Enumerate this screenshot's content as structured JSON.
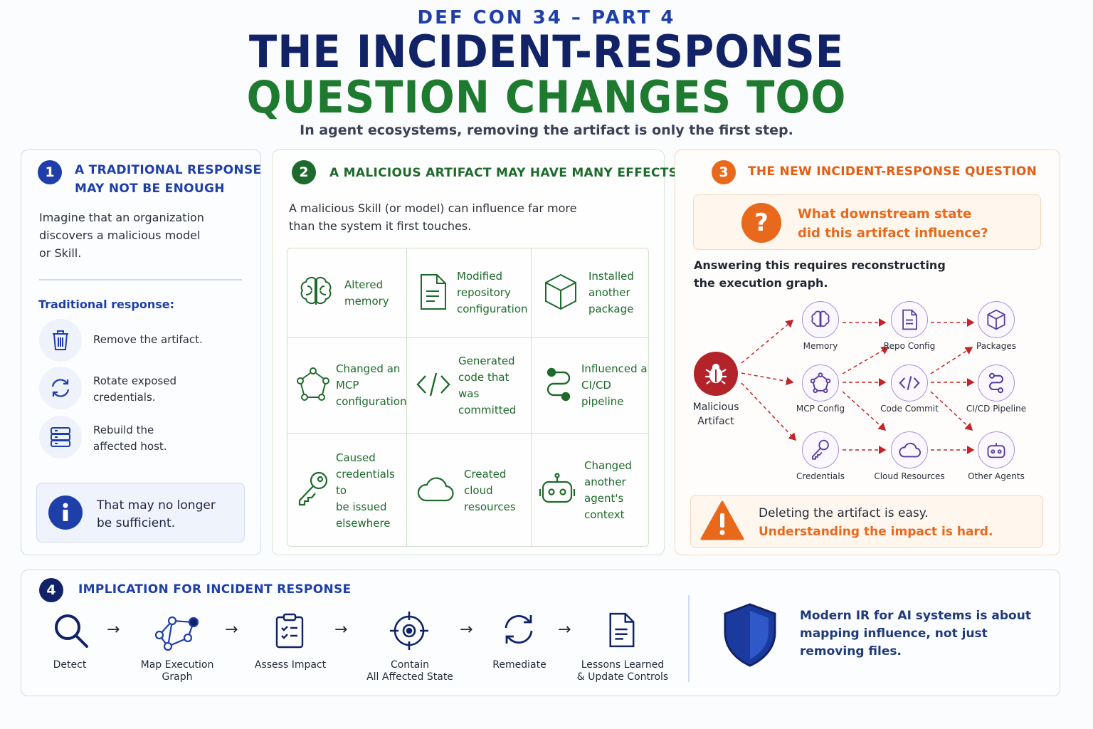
{
  "header": {
    "kicker": "DEF CON 34 – PART 4",
    "title_line1": "THE INCIDENT-RESPONSE",
    "title_line2": "QUESTION CHANGES TOO",
    "subtitle": "In agent ecosystems, removing the artifact is only the first step."
  },
  "colors": {
    "navy": "#112366",
    "blue": "#1f3fa8",
    "green": "#1e7a2e",
    "orange": "#e8691c",
    "red": "#b3232a",
    "purple": "#5a3d9a"
  },
  "section1": {
    "number": "1",
    "title_line1": "A TRADITIONAL RESPONSE",
    "title_line2": "MAY NOT BE ENOUGH",
    "body": [
      "Imagine that an organization",
      "discovers a malicious model",
      "or Skill."
    ],
    "label": "Traditional response:",
    "items": [
      {
        "icon": "trash-icon",
        "lines": [
          "Remove the artifact."
        ]
      },
      {
        "icon": "rotate-icon",
        "lines": [
          "Rotate exposed",
          "credentials."
        ]
      },
      {
        "icon": "server-icon",
        "lines": [
          "Rebuild the",
          "affected host."
        ]
      }
    ],
    "note": [
      "That may no longer",
      "be sufficient."
    ]
  },
  "section2": {
    "number": "2",
    "title": "A MALICIOUS ARTIFACT MAY HAVE MANY EFFECTS",
    "body": [
      "A malicious Skill (or model) can influence far more",
      "than the system it first touches."
    ],
    "cells": [
      {
        "icon": "brain-icon",
        "lines": [
          "Altered",
          "memory"
        ]
      },
      {
        "icon": "document-icon",
        "lines": [
          "Modified",
          "repository",
          "configuration"
        ]
      },
      {
        "icon": "package-icon",
        "lines": [
          "Installed",
          "another",
          "package"
        ]
      },
      {
        "icon": "network-icon",
        "lines": [
          "Changed an",
          "MCP",
          "configuration"
        ]
      },
      {
        "icon": "code-icon",
        "lines": [
          "Generated",
          "code that",
          "was committed"
        ]
      },
      {
        "icon": "pipeline-icon",
        "lines": [
          "Influenced a",
          "CI/CD",
          "pipeline"
        ]
      },
      {
        "icon": "key-icon",
        "lines": [
          "Caused",
          "credentials to",
          "be issued",
          "elsewhere"
        ]
      },
      {
        "icon": "cloud-icon",
        "lines": [
          "Created",
          "cloud",
          "resources"
        ]
      },
      {
        "icon": "robot-icon",
        "lines": [
          "Changed",
          "another",
          "agent's",
          "context"
        ]
      }
    ]
  },
  "section3": {
    "number": "3",
    "title": "THE NEW INCIDENT-RESPONSE QUESTION",
    "question": [
      "What downstream state",
      "did this artifact influence?"
    ],
    "body": [
      "Answering this requires reconstructing",
      "the execution graph."
    ],
    "source_node": [
      "Malicious",
      "Artifact"
    ],
    "nodes": [
      {
        "icon": "brain-icon",
        "label": "Memory"
      },
      {
        "icon": "document-icon",
        "label": "Repo Config"
      },
      {
        "icon": "package-icon",
        "label": "Packages"
      },
      {
        "icon": "network-icon",
        "label": "MCP Config"
      },
      {
        "icon": "code-icon",
        "label": "Code Commit"
      },
      {
        "icon": "pipeline-icon",
        "label": "CI/CD Pipeline"
      },
      {
        "icon": "key-icon",
        "label": "Credentials"
      },
      {
        "icon": "cloud-icon",
        "label": "Cloud Resources"
      },
      {
        "icon": "robot-icon",
        "label": "Other Agents"
      }
    ],
    "warning_line1": "Deleting the artifact is easy.",
    "warning_line2": "Understanding the impact is hard."
  },
  "section4": {
    "number": "4",
    "title": "IMPLICATION FOR INCIDENT RESPONSE",
    "steps": [
      {
        "icon": "search-icon",
        "lines": [
          "Detect"
        ]
      },
      {
        "icon": "graph-icon",
        "lines": [
          "Map Execution",
          "Graph"
        ]
      },
      {
        "icon": "clipboard-icon",
        "lines": [
          "Assess Impact"
        ]
      },
      {
        "icon": "crosshair-icon",
        "lines": [
          "Contain",
          "All Affected State"
        ]
      },
      {
        "icon": "refresh-icon",
        "lines": [
          "Remediate"
        ]
      },
      {
        "icon": "document-icon",
        "lines": [
          "Lessons Learned",
          "& Update Controls"
        ]
      }
    ],
    "arrow": "→",
    "conclusion": [
      "Modern IR for AI systems is about",
      "mapping influence, not just",
      "removing files."
    ]
  }
}
